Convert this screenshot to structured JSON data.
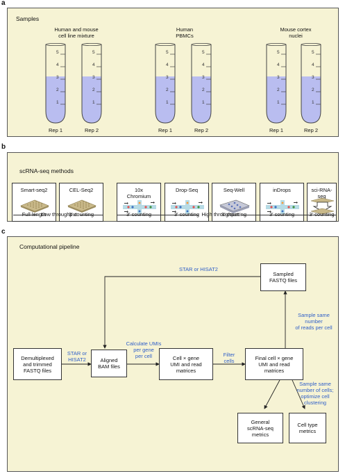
{
  "panels": {
    "a": {
      "letter": "a",
      "title": "Samples",
      "groups": [
        {
          "label_line1": "Human and mouse",
          "label_line2": "cell line mixture",
          "rep1": "Rep 1",
          "rep2": "Rep 2"
        },
        {
          "label_line1": "Human",
          "label_line2": "PBMCs",
          "rep1": "Rep 1",
          "rep2": "Rep 2"
        },
        {
          "label_line1": "Mouse cortex",
          "label_line2": "nuclei",
          "rep1": "Rep 1",
          "rep2": "Rep 2"
        }
      ],
      "tube_ticks": [
        "5",
        "4",
        "3",
        "2",
        "1"
      ]
    },
    "b": {
      "letter": "b",
      "title": "scRNA-seq methods",
      "methods": [
        {
          "name_line1": "Smart-seq2",
          "name_line2": "",
          "foot": "Full length"
        },
        {
          "name_line1": "CEL-Seq2",
          "name_line2": "",
          "foot": "3′ counting"
        },
        {
          "name_line1": "10x",
          "name_line2": "Chromium",
          "foot": "3′ counting"
        },
        {
          "name_line1": "Drop-Seq",
          "name_line2": "",
          "foot": "3′ counting"
        },
        {
          "name_line1": "Seq-Well",
          "name_line2": "",
          "foot": "3′ counting"
        },
        {
          "name_line1": "inDrops",
          "name_line2": "",
          "foot": "3′ counting"
        },
        {
          "name_line1": "sci-RNA-",
          "name_line2": "seq",
          "foot": "3′ counting"
        }
      ],
      "low_throughput": "Low throughput",
      "high_throughput": "High throughput"
    },
    "c": {
      "letter": "c",
      "title": "Computational pipeline",
      "nodes": {
        "demux": [
          "Demultiplexed",
          "and trimmed",
          "FASTQ files"
        ],
        "aligned": [
          "Aligned",
          "BAM files"
        ],
        "cellgene": [
          "Cell × gene",
          "UMI and read",
          "matrices"
        ],
        "final": [
          "Final cell × gene",
          "UMI and read",
          "matrices"
        ],
        "sampled": [
          "Sampled",
          "FASTQ files"
        ],
        "general": [
          "General",
          "scRNA-seq",
          "metrics"
        ],
        "celltype": [
          "Cell type",
          "metrics"
        ]
      },
      "edges": {
        "star_top": "STAR or HISAT2",
        "star_left": [
          "STAR or",
          "HISAT2"
        ],
        "calc": [
          "Calculate UMIs",
          "per gene",
          "per cell"
        ],
        "filter": [
          "Filter",
          "cells"
        ],
        "sample_reads": [
          "Sample same number",
          "of reads per cell"
        ],
        "sample_cells": [
          "Sample same",
          "number of cells;",
          "optimize cell",
          "clustering"
        ]
      }
    }
  },
  "colors": {
    "panel_bg": "#f6f3d4",
    "liquid": "#b9bdf0",
    "link": "#2e5ec8"
  }
}
